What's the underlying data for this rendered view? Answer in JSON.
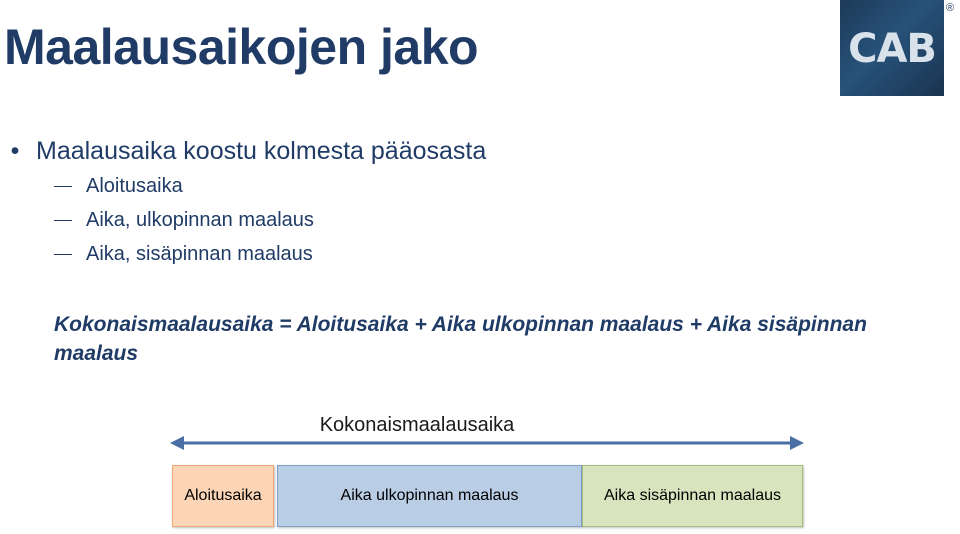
{
  "slide": {
    "title": "Maalausaikojen jako",
    "logo_text": "CAB",
    "registered_mark": "®"
  },
  "bullets": {
    "main": "Maalausaika koostu kolmesta pääosasta",
    "subs": [
      "Aloitusaika",
      "Aika, ulkopinnan maalaus",
      "Aika, sisäpinnan maalaus"
    ]
  },
  "formula": "Kokonaismaalausaika = Aloitusaika + Aika ulkopinnan maalaus + Aika sisäpinnan maalaus",
  "diagram": {
    "total_label": "Kokonaismaalausaika",
    "boxes": [
      "Aloitusaika",
      "Aika ulkopinnan maalaus",
      "Aika sisäpinnan maalaus"
    ],
    "colors": {
      "box_1": "#fbd5b5",
      "box_2": "#b9cde5",
      "box_3": "#d7e4bd",
      "arrow": "#4a6fa5",
      "title": "#1f3b66"
    }
  }
}
